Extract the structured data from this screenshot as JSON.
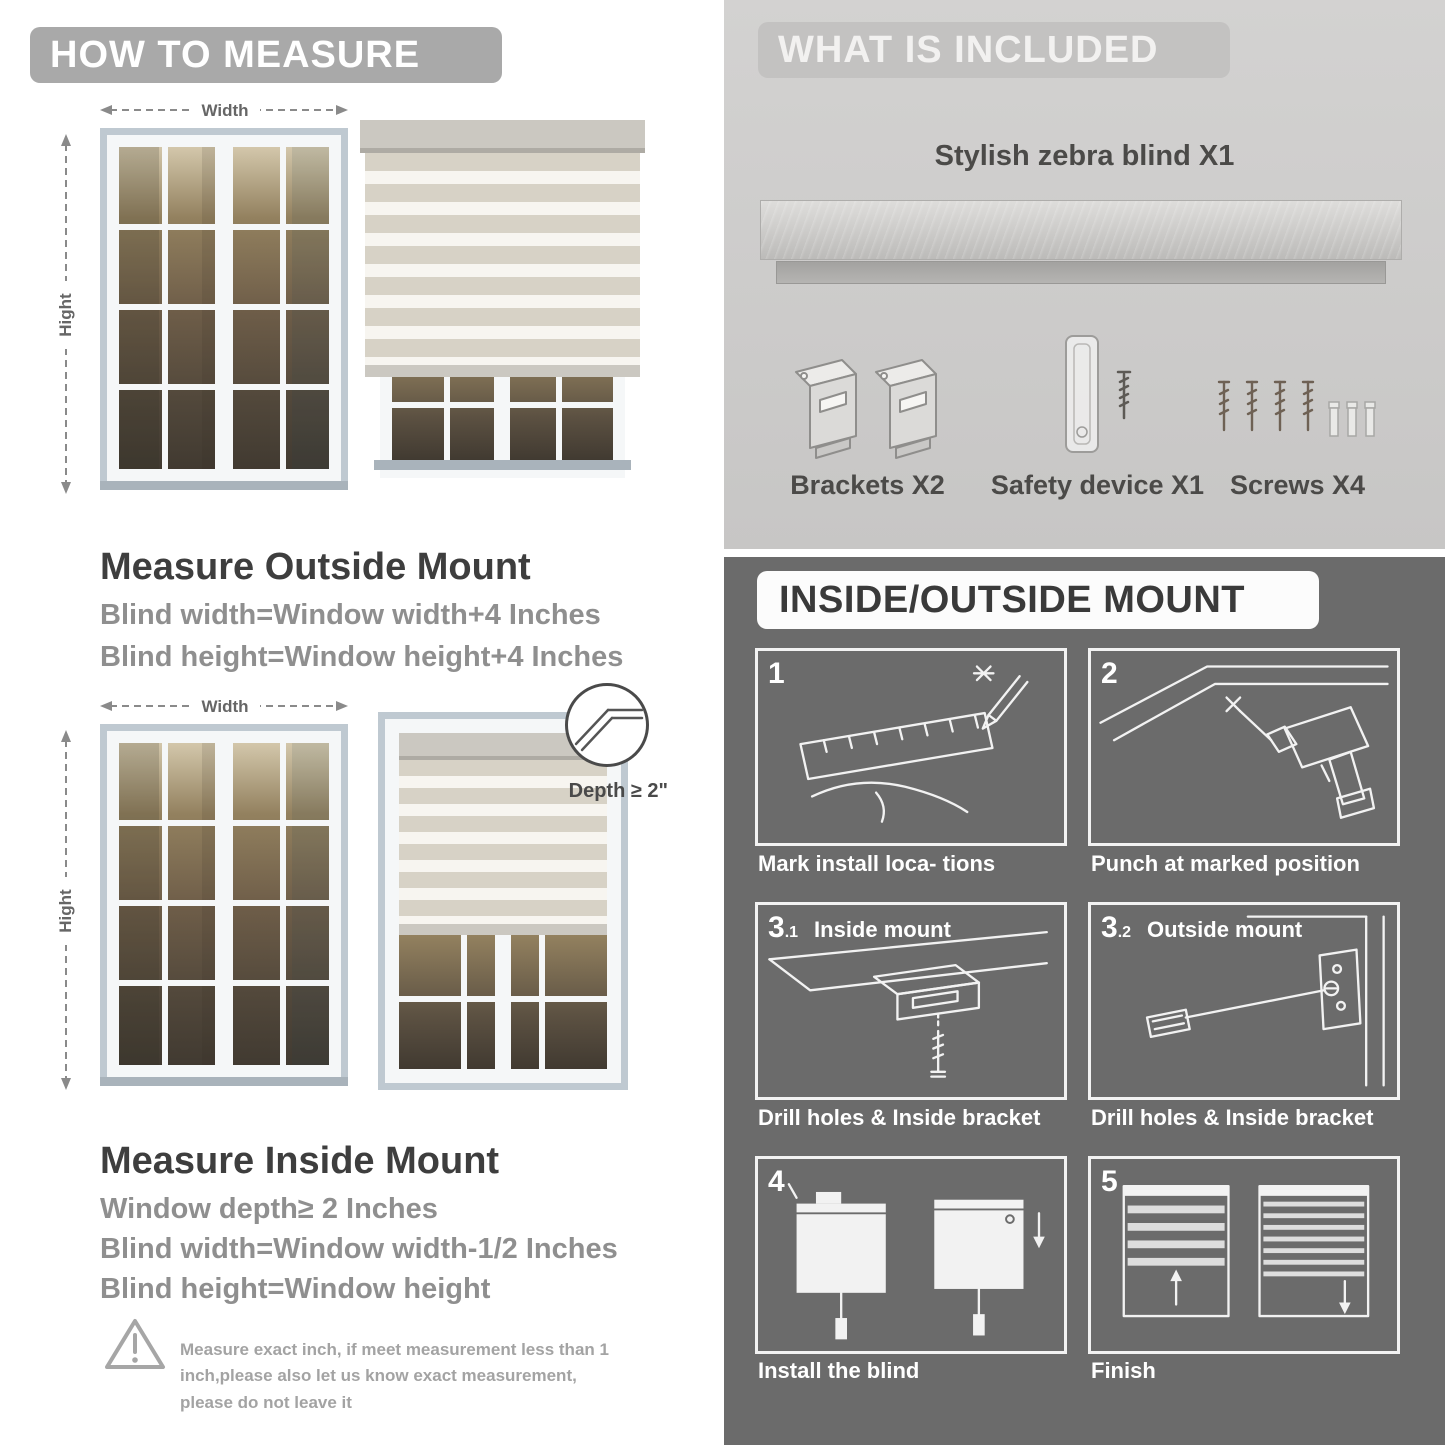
{
  "left": {
    "header": "HOW TO MEASURE",
    "outside": {
      "width_label": "Width",
      "height_label": "Hight",
      "title": "Measure Outside Mount",
      "line1": "Blind width=Window width+4 Inches",
      "line2": "Blind height=Window height+4 Inches"
    },
    "inside": {
      "width_label": "Width",
      "height_label": "Hight",
      "depth_label": "Depth ≥ 2\"",
      "title": "Measure Inside Mount",
      "line1": "Window depth≥ 2 Inches",
      "line2": "Blind width=Window width-1/2 Inches",
      "line3": "Blind height=Window height"
    },
    "warning_text": "Measure exact inch, if meet measurement less than 1 inch,please also let us know exact measurement, please do not leave it"
  },
  "included": {
    "header": "WHAT IS INCLUDED",
    "product_label": "Stylish zebra blind X1",
    "items": [
      {
        "label": "Brackets X2"
      },
      {
        "label": "Safety device X1"
      },
      {
        "label": "Screws X4"
      }
    ]
  },
  "mount": {
    "header": "INSIDE/OUTSIDE MOUNT",
    "steps": [
      {
        "num": "1",
        "sub": "",
        "title": "",
        "caption": "Mark install loca- tions"
      },
      {
        "num": "2",
        "sub": "",
        "title": "",
        "caption": "Punch at marked position"
      },
      {
        "num": "3",
        "sub": ".1",
        "title": "Inside mount",
        "caption": "Drill holes & Inside bracket"
      },
      {
        "num": "3",
        "sub": ".2",
        "title": "Outside mount",
        "caption": "Drill holes & Inside bracket"
      },
      {
        "num": "4",
        "sub": "",
        "title": "",
        "caption": "Install the blind"
      },
      {
        "num": "5",
        "sub": "",
        "title": "",
        "caption": "Finish"
      }
    ]
  }
}
